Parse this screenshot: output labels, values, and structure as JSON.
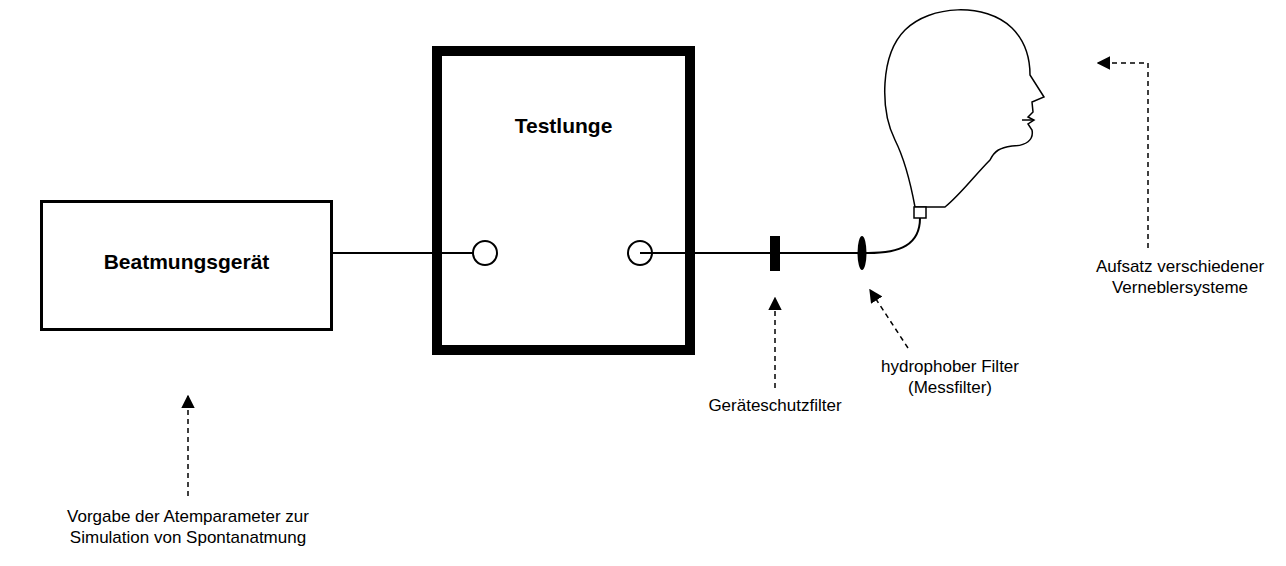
{
  "diagram": {
    "nodes": [
      {
        "text": [
          "Beatmungsgerät"
        ]
      },
      {
        "text": [
          "Testlunge"
        ]
      }
    ],
    "edges": [
      {
        "from": 0,
        "to": 1,
        "arrow": "none"
      }
    ],
    "labels": [
      "Geräteschutzfilter",
      "hydrophober Filter (Messfilter)",
      "Aufsatz verschiedener Verneblersysteme",
      "Vorgabe der Atemparameter zur Simulation von Spontanatmung"
    ]
  }
}
